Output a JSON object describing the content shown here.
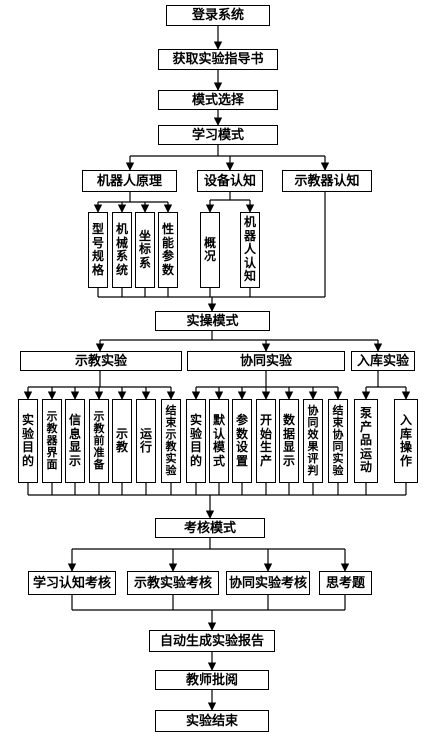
{
  "nodes": {
    "login": "登录系统",
    "guide": "获取实验指导书",
    "mode_select": "模式选择",
    "learn_mode": "学习模式",
    "robot_principle": "机器人原理",
    "device_know": "设备认知",
    "teach_pendant_know": "示教器认知",
    "model_spec": "型号规格",
    "mech_system": "机械系统",
    "coord_system": "坐标系",
    "perf_params": "性能参数",
    "overview": "概况",
    "robot_know": "机器人认知",
    "practice_mode": "实操模式",
    "teach_exp": "示教实验",
    "coop_exp": "协同实验",
    "storage_exp": "入库实验",
    "t_purpose": "实验目的",
    "t_pendant_ui": "示教器界面",
    "t_info_display": "信息显示",
    "t_prep": "示教前准备",
    "t_teach": "示教",
    "t_run": "运行",
    "t_end": "结束示教实验",
    "c_purpose": "实验目的",
    "c_default_mode": "默认模式",
    "c_param_set": "参数设置",
    "c_start_prod": "开始生产",
    "c_data_display": "数据显示",
    "c_eval": "协同效果评判",
    "c_end": "结束协同实验",
    "s_motion": "泵产品运动",
    "s_op": "入库操作",
    "exam_mode": "考核模式",
    "e_learn": "学习认知考核",
    "e_teach": "示教实验考核",
    "e_coop": "协同实验考核",
    "e_think": "思考题",
    "report": "自动生成实验报告",
    "review": "教师批阅",
    "end": "实验结束"
  },
  "colors": {
    "line": "#000000",
    "box_bg": "#ffffff",
    "text": "#000000"
  }
}
